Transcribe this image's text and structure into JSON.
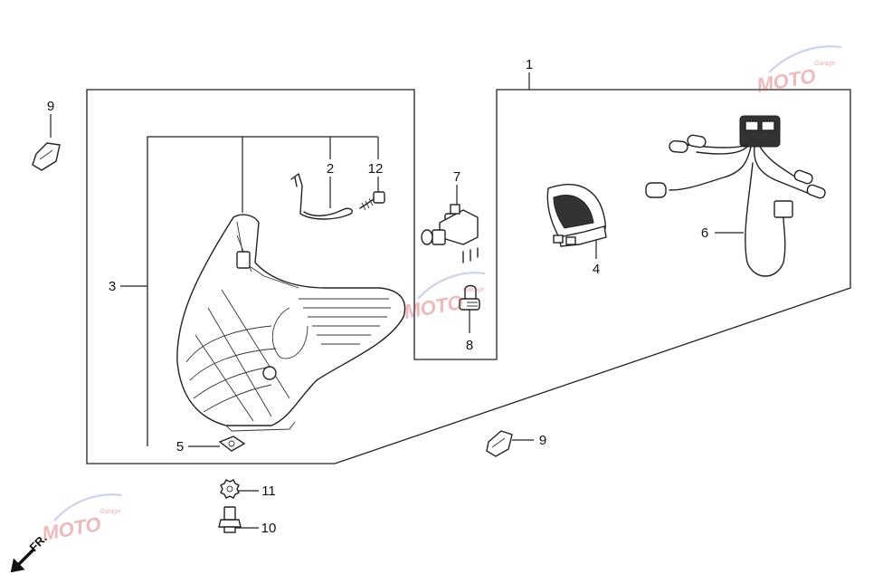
{
  "diagram": {
    "callouts": {
      "c1": "1",
      "c2": "2",
      "c3": "3",
      "c4": "4",
      "c5": "5",
      "c6": "6",
      "c7": "7",
      "c8": "8",
      "c9a": "9",
      "c9b": "9",
      "c10": "10",
      "c11": "11",
      "c12": "12"
    },
    "direction_marker": "FR.",
    "watermark": {
      "logo_text": "MOTO",
      "sub_text": "Garage"
    }
  }
}
